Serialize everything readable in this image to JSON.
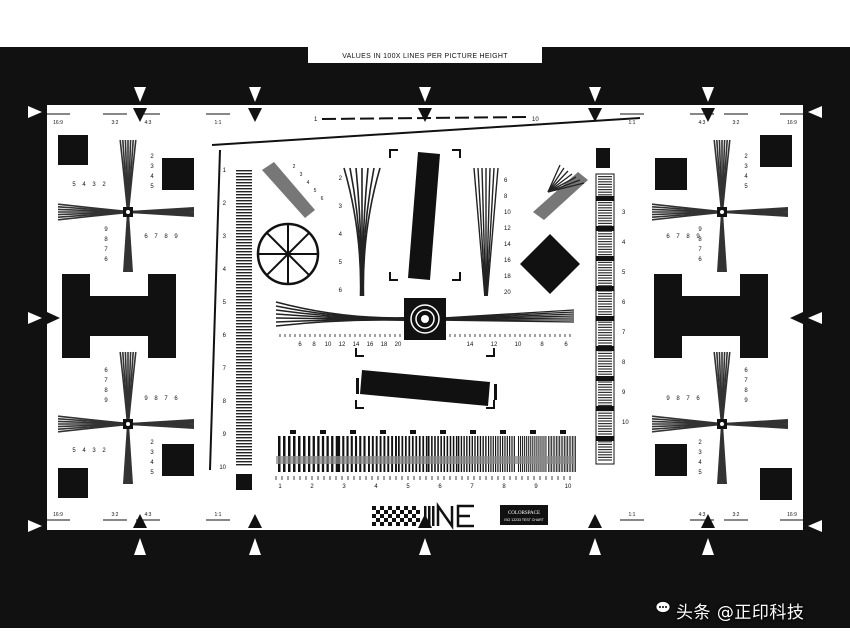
{
  "banner": "VALUES IN 100X LINES PER PICTURE HEIGHT",
  "aspect_labels": {
    "left": [
      "16:9",
      "3:2",
      "4:3",
      "1:1"
    ],
    "right": [
      "1:1",
      "4:3",
      "3:2",
      "16:9"
    ]
  },
  "top_scale": {
    "start": "1",
    "end": "10"
  },
  "wedge_labels": {
    "topleft_v": [
      "2",
      "3",
      "4",
      "5"
    ],
    "topleft_h": [
      "6",
      "7",
      "8",
      "9"
    ],
    "topleft_v2": [
      "9",
      "8",
      "7",
      "6"
    ],
    "topleft_h2": [
      "5",
      "4",
      "3",
      "2"
    ],
    "bottomleft_v": [
      "6",
      "7",
      "8",
      "9"
    ],
    "bottomleft_h": [
      "9",
      "8",
      "7",
      "6"
    ],
    "bottomleft_v2": [
      "2",
      "3",
      "4",
      "5"
    ],
    "bottomleft_h2": [
      "5",
      "4",
      "3",
      "2"
    ]
  },
  "left_ladder": [
    "1",
    "2",
    "3",
    "4",
    "5",
    "6",
    "7",
    "8",
    "9",
    "10"
  ],
  "right_ladder": [
    "3",
    "4",
    "5",
    "6",
    "7",
    "8",
    "9",
    "10"
  ],
  "center_v_left": [
    "2",
    "3",
    "4",
    "5",
    "6"
  ],
  "center_v_right": [
    "6",
    "8",
    "10",
    "12",
    "14",
    "16",
    "18",
    "20"
  ],
  "center_h_labels": [
    "6",
    "8",
    "10",
    "12",
    "14",
    "16",
    "18",
    "20",
    "14",
    "12",
    "10",
    "8",
    "6"
  ],
  "bottom_bar_labels": [
    "1",
    "2",
    "3",
    "4",
    "5",
    "6",
    "7",
    "8",
    "9",
    "10"
  ],
  "logo_line1": "COLORSPACE",
  "logo_line2": "ISO 12233 TEST CHART",
  "watermark": "头条 @正印科技",
  "icon": "chat-bubble-icon",
  "colors": {
    "black": "#111111",
    "white": "#ffffff",
    "gray": "#6e6e6e"
  }
}
